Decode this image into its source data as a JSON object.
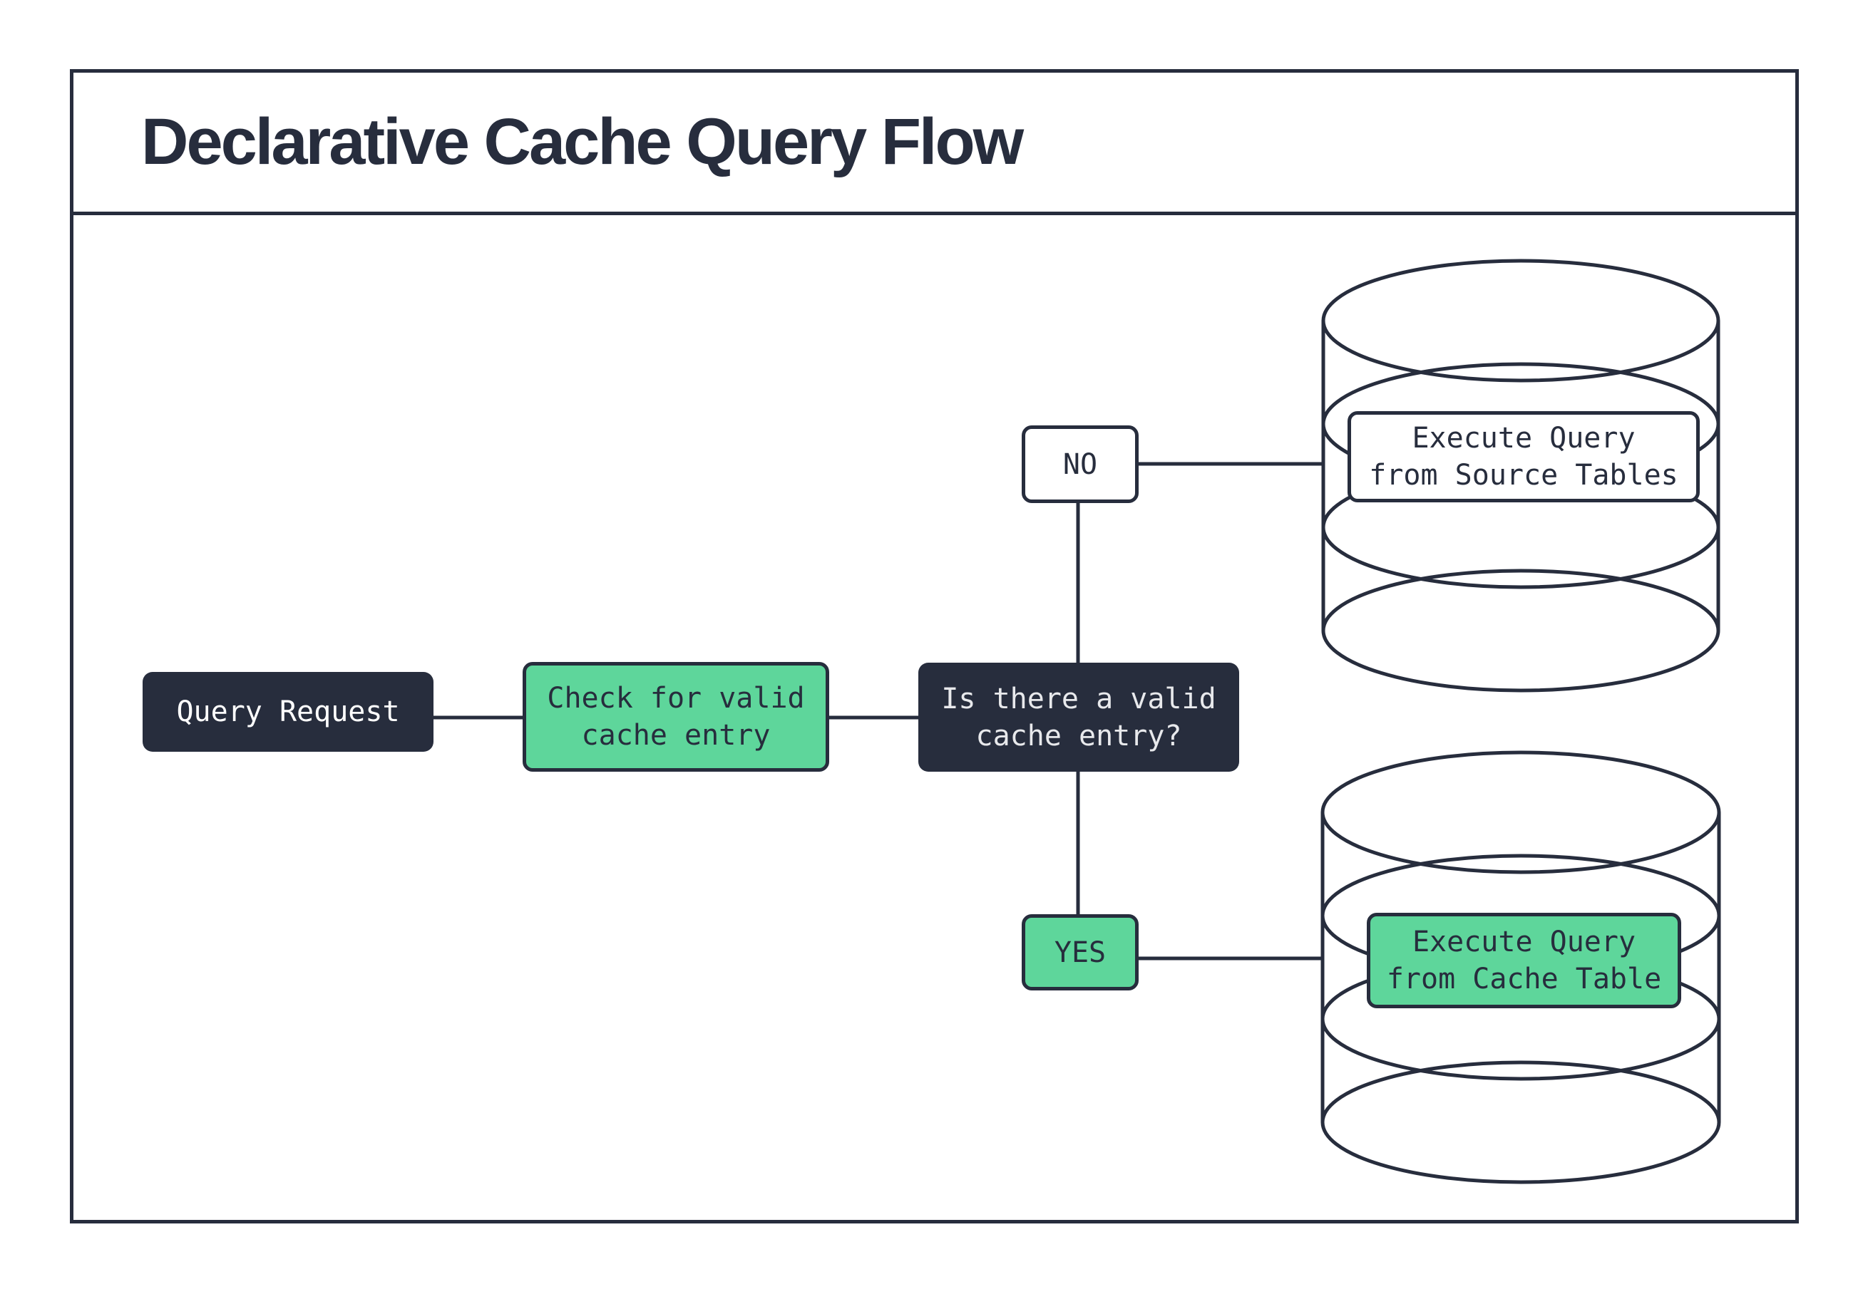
{
  "title": "Declarative Cache Query Flow",
  "colors": {
    "navy": "#272d3d",
    "green": "#5ed69b",
    "white": "#ffffff",
    "light_text": "#e8e9ec"
  },
  "nodes": {
    "query_request": {
      "label": "Query Request"
    },
    "check_cache": {
      "label": "Check for valid\ncache entry"
    },
    "decision": {
      "label": "Is there a valid\ncache entry?"
    },
    "no_branch": {
      "label": "NO"
    },
    "yes_branch": {
      "label": "YES"
    },
    "source_db": {
      "label": "Execute Query\nfrom Source Tables"
    },
    "cache_db": {
      "label": "Execute Query\nfrom Cache Table"
    }
  },
  "icons": {
    "source_database": "database-cylinder",
    "cache_database": "database-cylinder"
  }
}
